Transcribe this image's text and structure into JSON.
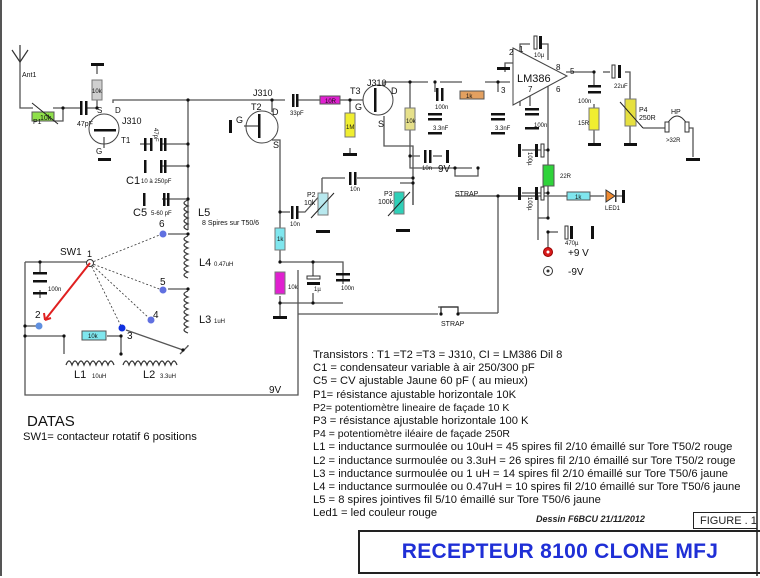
{
  "title": "RECEPTEUR 8100 CLONE MFJ",
  "figure_label": "FIGURE . 1",
  "credit": "Dessin F6BCU  21/11/2012",
  "colors": {
    "title_blue": "#1f2fd6",
    "wire": "#555555",
    "res_green": "#8fe04a",
    "res_magenta": "#e020d0",
    "res_yellow": "#f0ee30",
    "res_khaki": "#e6e08a",
    "res_cyan": "#7fe6ee",
    "res_orange": "#e3a060",
    "res_bright_green": "#2fd33a",
    "pot_teal": "#2fd0b8",
    "pot_lightblue": "#b8e8ee",
    "led_orange": "#f08a30",
    "switch_blue": "#6070e0",
    "switch_arrow": "#e02020",
    "power_red": "#d81b1b"
  },
  "schematic": {
    "antenna": "Ant1",
    "p1": {
      "name": "P1",
      "value": "10k"
    },
    "r_t1_drain": "10k",
    "c_in": "47pF",
    "t1": {
      "name": "T1",
      "type": "J310",
      "pins": [
        "S",
        "D",
        "G"
      ]
    },
    "c_47pf_vert": "47pF",
    "c1": {
      "name": "C1",
      "value": "10 à 250pF"
    },
    "c5": {
      "name": "C5",
      "value": "5-60 pF"
    },
    "l5": {
      "name": "L5",
      "value": "8 Spires sur T50/6"
    },
    "l4": {
      "name": "L4",
      "value": "0.47uH"
    },
    "l3": {
      "name": "L3",
      "value": "1uH"
    },
    "l2": {
      "name": "L2",
      "value": "3.3uH"
    },
    "l1": {
      "name": "L1",
      "value": "10uH"
    },
    "sw1": {
      "name": "SW1",
      "positions": [
        "1",
        "2",
        "3",
        "4",
        "5",
        "6"
      ]
    },
    "c_sw": "100n",
    "r_l1": "10k",
    "t2": {
      "name": "T2",
      "type": "J310",
      "pins": [
        "G",
        "D",
        "S"
      ]
    },
    "c_33": "33pF",
    "r_10r": "10R",
    "r_1m": "1M",
    "t3": {
      "name": "T3",
      "type": "J310",
      "pins": [
        "G",
        "D",
        "S"
      ]
    },
    "r_10k_drain": "10k",
    "c_100n_a": "100n",
    "c_3n3_a": "3.3nF",
    "r_1k_audio": "1k",
    "c_3n3_b": "3.3nF",
    "c_10n_9v": "10n",
    "label_9v": "9V",
    "strap": "STRAP",
    "p2": {
      "name": "P2",
      "value": "10k"
    },
    "p3": {
      "name": "P3",
      "value": "100k"
    },
    "c_10n_p2": "10n",
    "c_10n_p3": "10n",
    "r_1k_src": "1k",
    "r_10k_src": "10k",
    "c_1u": "1µ",
    "c_100n_src": "100n",
    "lm386": {
      "name": "LM386",
      "pins": [
        "1",
        "2",
        "3",
        "5",
        "6",
        "7",
        "8"
      ]
    },
    "c_10u": "10µ",
    "c_100n_p7": "100n",
    "c_100n_out": "100n",
    "r_15r": "15R",
    "c_22u": "22uF",
    "p4": {
      "name": "P4",
      "value": "250R"
    },
    "hp": {
      "name": "HP",
      "value": ">32R"
    },
    "c_100u_a": "100µ",
    "r_22r": "22R",
    "c_100u_b": "100µ",
    "r_1k_led": "1k",
    "led1": "LED1",
    "c_470u": "470µ",
    "plus9": "+9 V",
    "minus9": "-9V",
    "bottom_9v": "9V"
  },
  "datas": {
    "heading": "DATAS",
    "sw1_note": "SW1= contacteur rotatif 6 positions"
  },
  "notes": [
    "Transistors : T1 =T2 =T3 = J310, CI = LM386 Dil 8",
    "C1 = condensateur variable à air 250/300 pF",
    "C5 = CV ajustable Jaune 60 pF ( au mieux)",
    "P1= résistance ajustable horizontale 10K",
    "P2= potentiomètre lineaire de façade  10 K",
    "P3 = résistance ajustable horizontale  100 K",
    "P4 = potentiomètre iléaire de façade  250R",
    "L1 =  inductance surmoulée   ou 10uH = 45 spires fil 2/10 émaillé sur Tore T50/2 rouge",
    "L2 = inductance surmoulée ou 3.3uH = 26 spires fil 2/10 émaillé sur Tore T50/2 rouge",
    "L3 = inductance surmoulée ou  1 uH = 14 spires fil 2/10 émaillé sur Tore T50/6 jaune",
    "L4 = inductance surmoulée ou  0.47uH = 10 spires fil  2/10 émaillé  sur Tore T50/6 jaune",
    "L5 = 8 spires jointives fil  5/10 émaillé sur Tore T50/6 jaune",
    "Led1 = led couleur rouge"
  ]
}
